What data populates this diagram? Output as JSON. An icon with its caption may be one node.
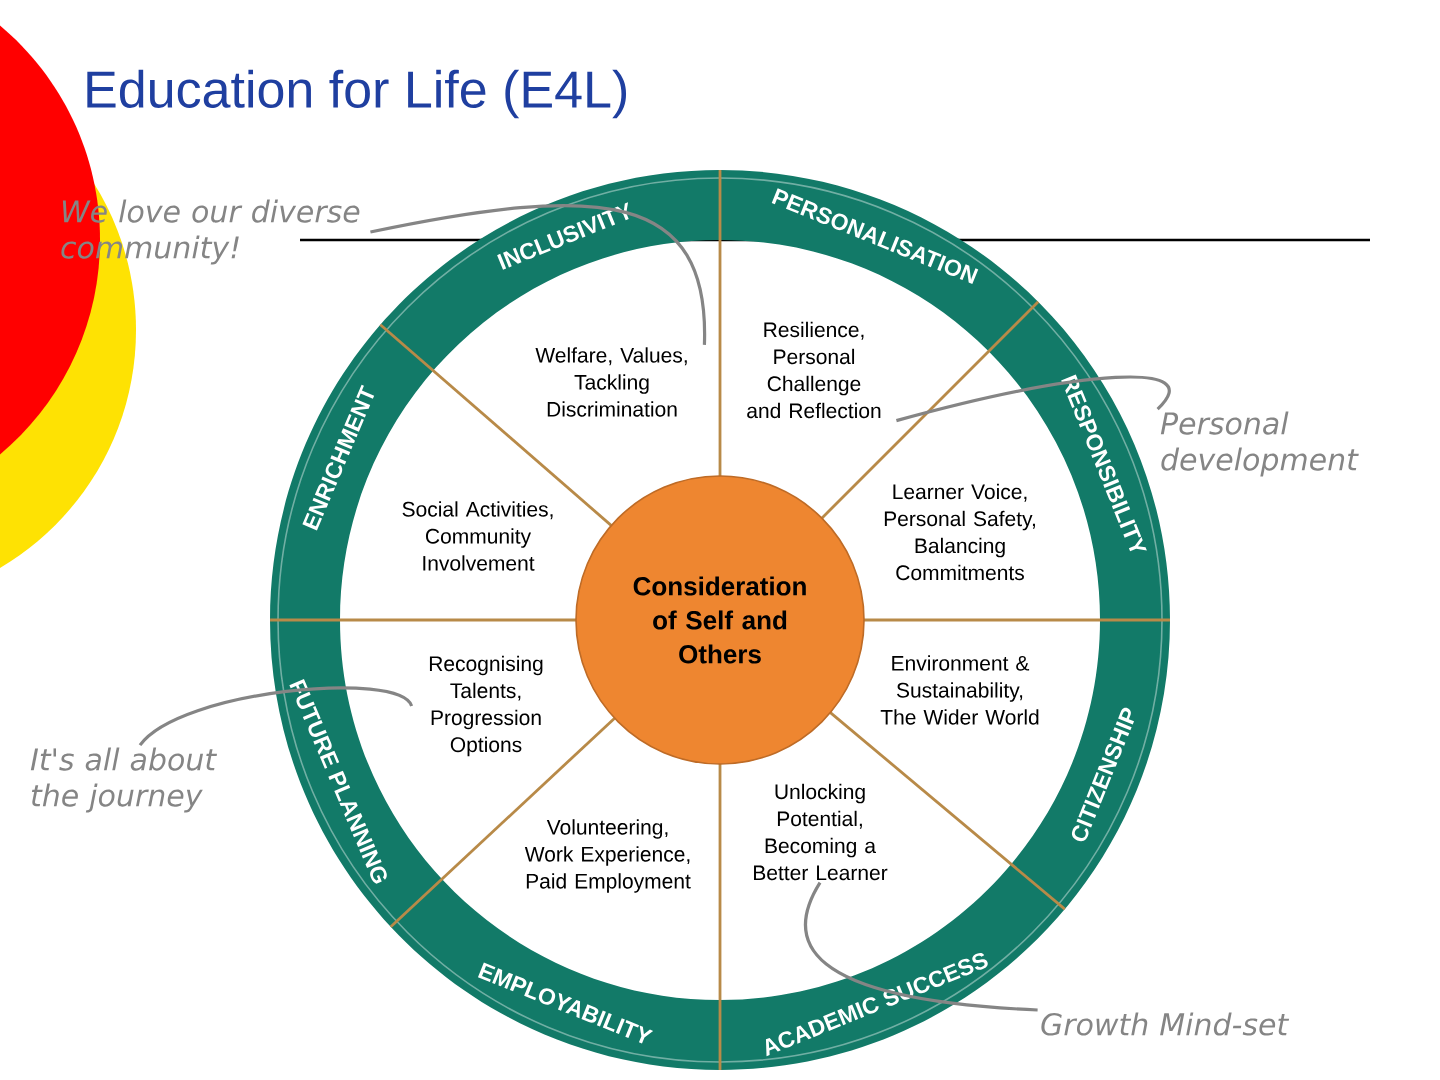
{
  "diagram": {
    "title": "Education for Life (E4L)",
    "nodes": [
      {
        "text": [
          "We love our diverse community!"
        ]
      },
      {
        "text": [
          "INCLUSIVITY"
        ]
      },
      {
        "text": [
          "PERSONALISATION"
        ]
      },
      {
        "text": [
          "Resilience, Personal Challenge and Reflection"
        ]
      },
      {
        "text": [
          "Welfare, Values, Tackling Discrimination"
        ]
      },
      {
        "text": [
          "ENRICHMENT"
        ]
      },
      {
        "text": [
          "RESPONSIBILITY"
        ]
      },
      {
        "text": [
          "Personal development"
        ]
      },
      {
        "text": [
          "Social Activities, Community Involvement"
        ]
      },
      {
        "text": [
          "Learner Voice, Personal Safety, Balancing Commitments"
        ]
      },
      {
        "text": [
          "Consideration of Self and Others"
        ]
      },
      {
        "text": [
          "FUTURE PLANNING"
        ]
      },
      {
        "text": [
          "Recognising Talents, Progression Options"
        ]
      },
      {
        "text": [
          "Environment & Sustainability, The Wider World"
        ]
      },
      {
        "text": [
          "CITIZENSHIP"
        ]
      },
      {
        "text": [
          "It's all about the journey"
        ]
      },
      {
        "text": [
          "Unlocking Potential, Becoming a Better Learner"
        ]
      },
      {
        "text": [
          "Volunteering, Work Experience, Paid Employment"
        ]
      },
      {
        "text": [
          "EMPLOYABILITY"
        ]
      },
      {
        "text": [
          "ACADEMIC SUCCESS"
        ]
      },
      {
        "text": [
          "Growth Mind-set"
        ]
      }
    ],
    "edges": [
      {
        "from": 0,
        "to": 4,
        "arrow": "none"
      },
      {
        "from": 7,
        "to": 3,
        "arrow": "none"
      },
      {
        "from": 15,
        "to": 12,
        "arrow": "none"
      },
      {
        "from": 20,
        "to": 16,
        "arrow": "none"
      }
    ]
  }
}
